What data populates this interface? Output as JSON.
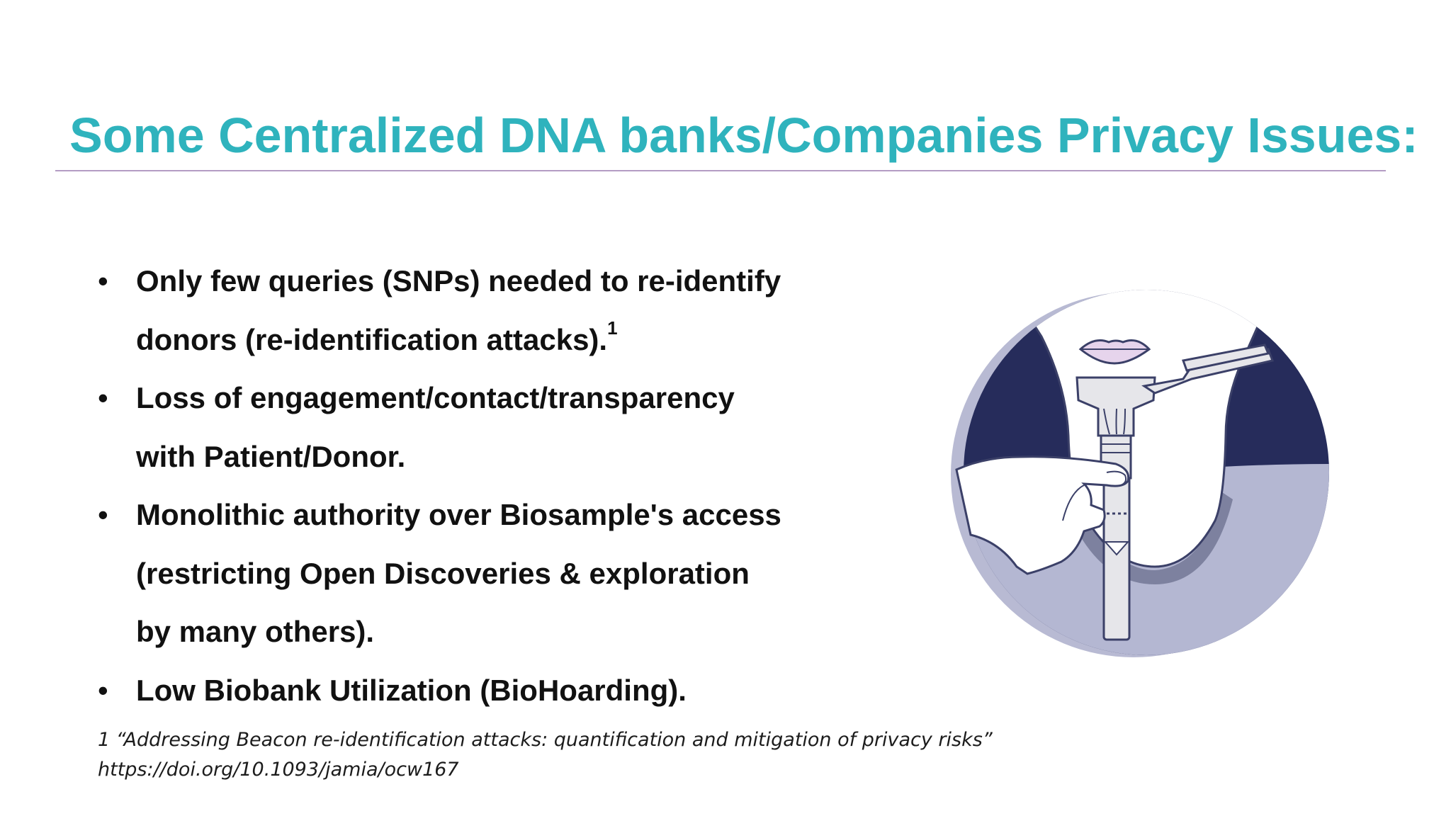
{
  "slide": {
    "title": "Some Centralized DNA banks/Companies Privacy Issues:",
    "bullet_symbol": "•",
    "bullets": [
      {
        "lines": [
          "Only few queries (SNPs) needed to re-identify",
          "donors (re-identification attacks)."
        ],
        "superscript": "1"
      },
      {
        "lines": [
          "Loss of engagement/contact/transparency",
          "with Patient/Donor."
        ],
        "superscript": ""
      },
      {
        "lines": [
          "Monolithic authority over Biosample's access",
          "(restricting Open Discoveries & exploration",
          "by many others)."
        ],
        "superscript": ""
      },
      {
        "lines": [
          "Low Biobank Utilization (BioHoarding)."
        ],
        "superscript": ""
      }
    ],
    "footnote": {
      "citation": "1 “Addressing Beacon re-identification attacks: quantification and mitigation of privacy risks”",
      "link": "https://doi.org/10.1093/jamia/ocw167"
    },
    "illustration": {
      "icon": "saliva-dna-collection-tube-icon",
      "colors": {
        "outer_ring": "#b8bad3",
        "background": "#262c5b",
        "shirt": "#b4b7d2",
        "collar": "#7d819f",
        "skin": "#ffffff",
        "lips": "#e6d4ec",
        "outline": "#3b4068",
        "tube": "#e6e6ea"
      }
    },
    "colors": {
      "title": "#2fb3bd",
      "rule": "#b49cc4",
      "body_text": "#111111"
    }
  }
}
